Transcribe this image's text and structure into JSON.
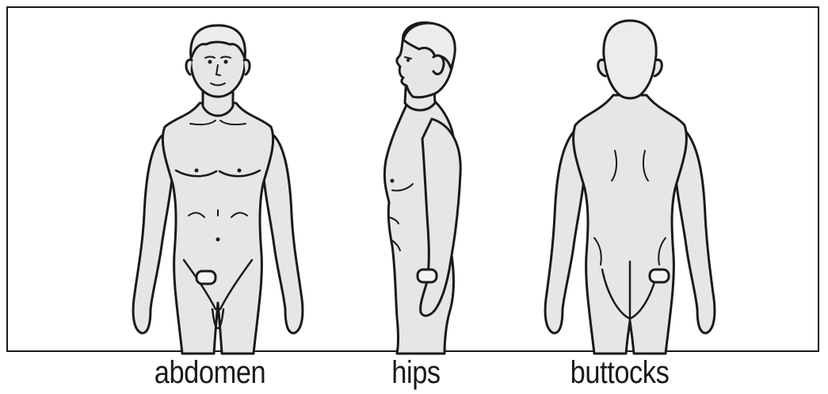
{
  "labels": {
    "front": "abdomen",
    "side": "hips",
    "back": "buttocks"
  },
  "colors": {
    "skin": "#e6e6e6",
    "outline": "#1a1a1a",
    "background": "#ffffff"
  }
}
